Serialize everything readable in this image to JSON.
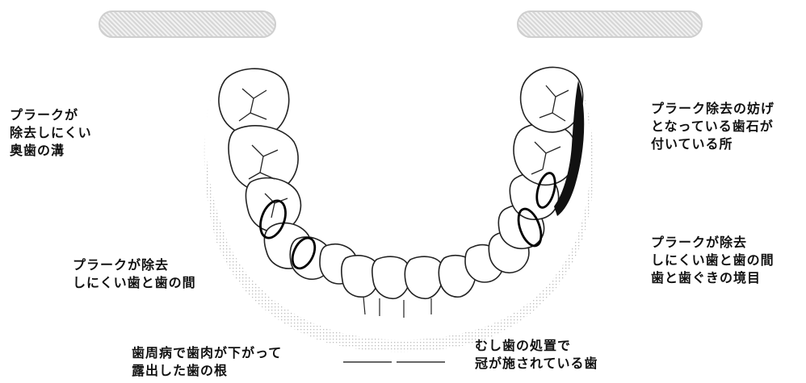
{
  "labels": {
    "top_left": "プラークが\n除去しにくい\n奥歯の溝",
    "mid_left": "プラークが除去\nしにくい歯と歯の間",
    "top_right": "プラーク除去の妨げ\nとなっている歯石が\n付いている所",
    "mid_right": "プラークが除去\nしにくい歯と歯の間\n歯と歯ぐきの境目",
    "bottom_left": "歯周病で歯肉が下がって\n露出した歯の根",
    "bottom_right": "むし歯の処置で\n冠が施されている歯"
  },
  "colors": {
    "stroke": "#222222",
    "calculus": "#111111"
  }
}
